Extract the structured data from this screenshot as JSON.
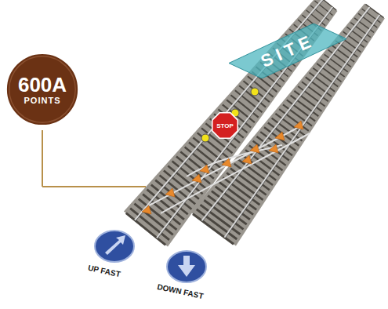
{
  "diagram": {
    "nodes": [
      {
        "text": [
          "600A",
          "POINTS"
        ]
      },
      {
        "text": [
          "SITE"
        ]
      },
      {
        "text": [
          "STOP"
        ]
      }
    ],
    "labels": [
      "UP FAST",
      "DOWN FAST"
    ]
  }
}
